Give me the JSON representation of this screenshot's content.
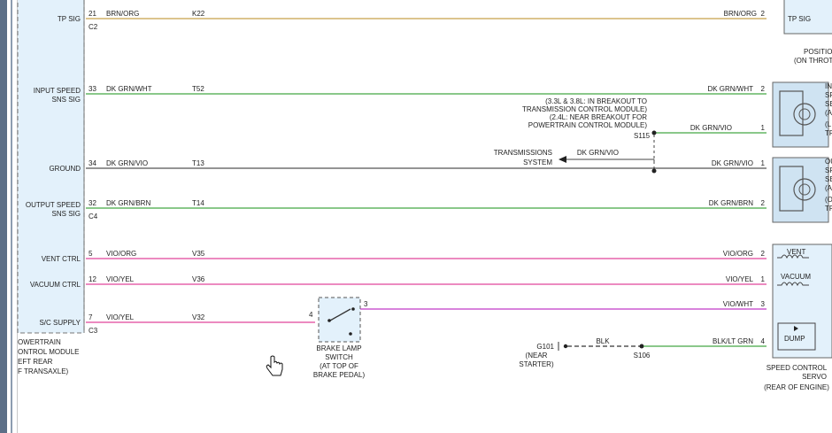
{
  "pins": [
    {
      "label": [
        "TP SIG"
      ],
      "num": "21",
      "color": "BRN/ORG",
      "circuit": "K22",
      "right_color": "BRN/ORG",
      "right_pin": "2",
      "wire": "#c8a04a",
      "connector": "C2"
    },
    {
      "label": [
        "INPUT SPEED",
        "SNS SIG"
      ],
      "num": "33",
      "color": "DK GRN/WHT",
      "circuit": "T52",
      "right_color": "DK GRN/WHT",
      "right_pin": "2",
      "wire": "#44a844"
    },
    {
      "label": [
        "GROUND"
      ],
      "num": "34",
      "color": "DK GRN/VIO",
      "circuit": "T13",
      "right_color": "DK GRN/VIO",
      "right_pin": "1",
      "wire": "#555555"
    },
    {
      "label": [
        "OUTPUT SPEED",
        "SNS SIG"
      ],
      "num": "32",
      "color": "DK GRN/BRN",
      "circuit": "T14",
      "right_color": "DK GRN/BRN",
      "right_pin": "2",
      "wire": "#44a844",
      "connector": "C4"
    },
    {
      "label": [
        "VENT CTRL"
      ],
      "num": "5",
      "color": "VIO/ORG",
      "circuit": "V35",
      "right_color": "VIO/ORG",
      "right_pin": "2",
      "wire": "#e0459a"
    },
    {
      "label": [
        "VACUUM CTRL"
      ],
      "num": "12",
      "color": "VIO/YEL",
      "circuit": "V36",
      "right_color": "VIO/YEL",
      "right_pin": "1",
      "wire": "#e0459a"
    },
    {
      "label": [
        "S/C SUPPLY"
      ],
      "num": "7",
      "color": "VIO/YEL",
      "circuit": "V32",
      "right_color": "VIO/WHT",
      "right_pin": "3",
      "wire": "#e0459a",
      "connector": "C3"
    }
  ],
  "pcm_label": [
    "OWERTRAIN",
    "ONTROL MODULE",
    "EFT REAR",
    "F TRANSAXLE)"
  ],
  "tp_box_label": "TP SIG",
  "position_label": [
    "POSITIO",
    "(ON THROT"
  ],
  "breakout_note": [
    "(3.3L & 3.8L: IN BREAKOUT TO",
    "TRANSMISSION CONTROL MODULE)",
    "(2.4L: NEAR BREAKOUT FOR",
    "POWERTRAIN CONTROL MODULE)"
  ],
  "splice": "S115",
  "splice_color": "DK GRN/VIO",
  "trans_label": [
    "TRANSMISSIONS",
    "SYSTEM"
  ],
  "trans_color": "DK GRN/VIO",
  "input_sensor_label": [
    "IN",
    "SP",
    "SE",
    "(A",
    "(L",
    "TR"
  ],
  "output_sensor_label": [
    "OU",
    "SP",
    "SE",
    "(A",
    "(O",
    "TR"
  ],
  "brake_switch": {
    "pin_in": "4",
    "pin_out": "3",
    "label": [
      "BRAKE LAMP",
      "SWITCH",
      "(AT TOP OF",
      "BRAKE PEDAL)"
    ]
  },
  "ground": {
    "name": "G101",
    "note": [
      "(NEAR",
      "STARTER)"
    ],
    "color": "BLK",
    "splice": "S106",
    "right_color": "BLK/LT GRN",
    "right_pin": "4"
  },
  "servo": {
    "vent": "VENT",
    "vacuum": "VACUUM",
    "dump": "DUMP",
    "label": [
      "SPEED CONTROL",
      "SERVO",
      "(REAR OF ENGINE)"
    ]
  },
  "colors": {
    "sidebar": "#5c6f87",
    "box_fill": "#e3f1fb",
    "sensor_fill": "#cfe3f2"
  }
}
